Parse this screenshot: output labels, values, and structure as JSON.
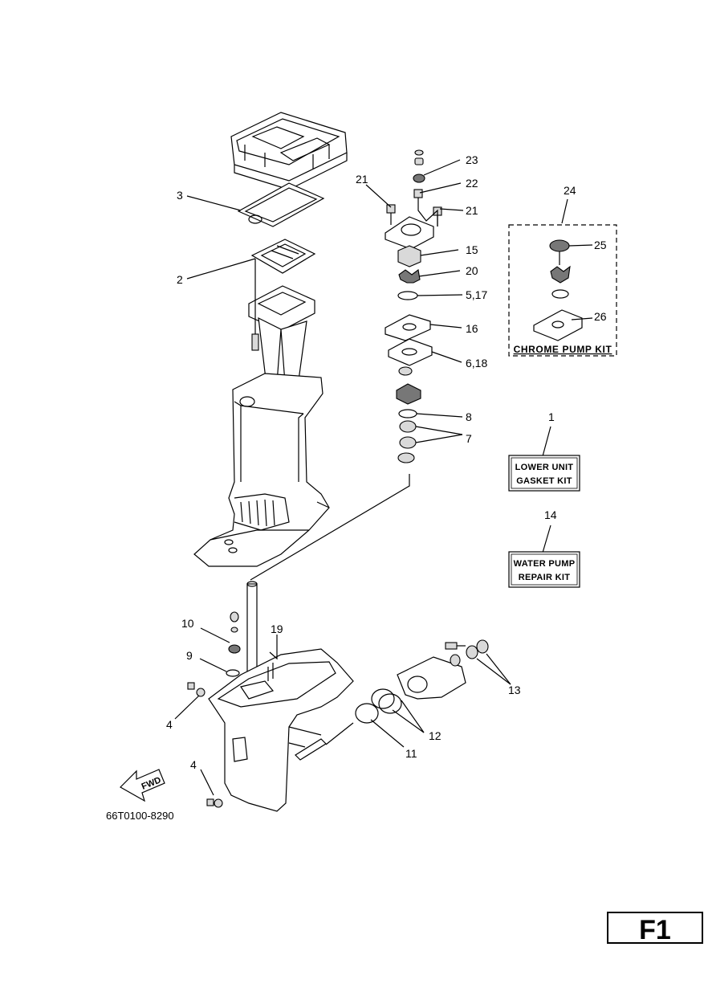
{
  "callouts": {
    "c1": "1",
    "c2": "2",
    "c3": "3",
    "c4a": "4",
    "c4b": "4",
    "c5_17": "5,17",
    "c6_18": "6,18",
    "c7": "7",
    "c8": "8",
    "c9": "9",
    "c10": "10",
    "c11": "11",
    "c12": "12",
    "c13": "13",
    "c14": "14",
    "c15": "15",
    "c16": "16",
    "c19": "19",
    "c20": "20",
    "c21a": "21",
    "c21b": "21",
    "c22": "22",
    "c23": "23",
    "c24": "24",
    "c25": "25",
    "c26": "26"
  },
  "kits": {
    "lower_unit_gasket": {
      "line1": "LOWER UNIT",
      "line2": "GASKET KIT"
    },
    "water_pump_repair": {
      "line1": "WATER PUMP",
      "line2": "REPAIR KIT"
    },
    "chrome_pump": "CHROME PUMP KIT"
  },
  "fwd_label": "FWD",
  "part_number": "66T0100-8290",
  "page_code": "F1"
}
